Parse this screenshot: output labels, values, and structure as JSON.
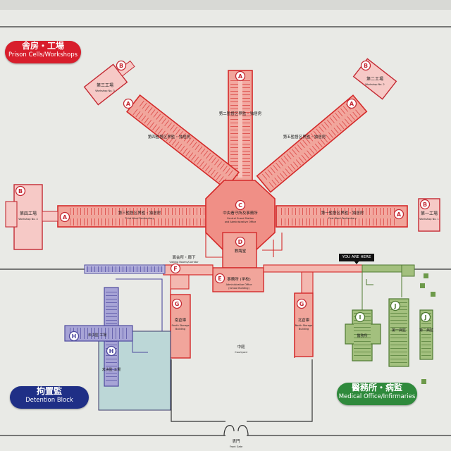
{
  "legend": {
    "cells": {
      "jp": "舎房・工場",
      "en": "Prison Cells/Workshops",
      "color": "#d81e2c"
    },
    "detention": {
      "jp": "拘置監",
      "en": "Detention Block",
      "color": "#1f2f86"
    },
    "medical": {
      "jp": "醫務所・病監",
      "en": "Medical Office/Infirmaries",
      "color": "#2f8a3c"
    }
  },
  "you_are_here": "YOU ARE HERE",
  "markers": {
    "A": "A",
    "B": "B",
    "C": "C",
    "D": "D",
    "E": "E",
    "F": "F",
    "G": "G",
    "H": "H",
    "I": "I",
    "J": "J"
  },
  "labels": {
    "workshop3_jp": "第三工場",
    "workshop3_en": "Workshop No. 3",
    "workshop2_jp": "第二工場",
    "workshop2_en": "Workshop No. 2",
    "workshop4_jp": "第四工場",
    "workshop4_en": "Workshop No. 4",
    "workshop1_jp": "第一工場",
    "workshop1_en": "Workshop No. 1",
    "wing2_jp": "第二監督区界監・独居房",
    "wing4_jp": "第四監督区界監・独居房",
    "wing3_jp": "第三監督区界監・独居房",
    "wing3_en": "Third Ward Penitentiary",
    "wing5_jp": "第五監督区界監・独居房",
    "wing1_jp": "第一監督区界監・独居房",
    "wing1_en": "First Ward Penitentiary",
    "central_jp": "中央看守所及事務所",
    "central_en1": "Central Guard Station",
    "central_en2": "and Administrative Office",
    "bath_jp": "教誨堂",
    "visit_jp": "面会所・廊下",
    "visit_en": "Visiting Rooms/Corridor",
    "office_jp": "事務所 (学校)",
    "office_en1": "Administrative Office",
    "office_en2": "(School Building)",
    "south_store_jp": "南倉庫",
    "south_store_en1": "South Storage",
    "south_store_en2": "Building",
    "north_store_jp": "北倉庫",
    "north_store_en1": "North Storage",
    "north_store_en2": "Building",
    "courtyard_jp": "中庭",
    "courtyard_en": "Courtyard",
    "gate_jp": "表門",
    "gate_en": "Front Gate",
    "detention_jp": "未決監 工場",
    "detention2_jp": "未決監 工場",
    "med_jp": "醫務所",
    "med2_jp": "第一病監",
    "med3_jp": "第二病監"
  }
}
